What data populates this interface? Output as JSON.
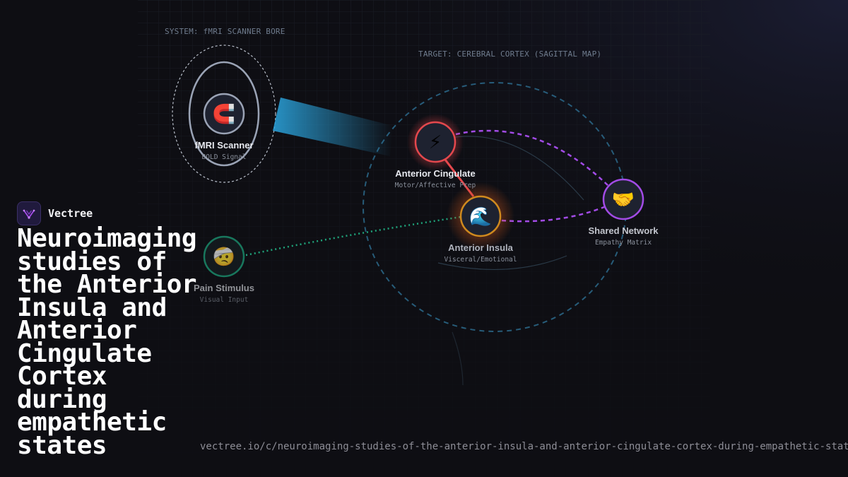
{
  "brand": {
    "name": "Vectree"
  },
  "title": "Neuroimaging studies of the Anterior Insula and Anterior Cingulate Cortex during empathetic states",
  "url": "vectree.io/c/neuroimaging-studies-of-the-anterior-insula-and-anterior-cingulate-cortex-during-empathetic-states",
  "diagram": {
    "system_label": "SYSTEM: fMRI SCANNER BORE",
    "target_label": "TARGET: CEREBRAL CORTEX (SAGITTAL MAP)",
    "nodes": [
      {
        "id": "fmri",
        "label": "fMRI Scanner",
        "sub": "BOLD Signal",
        "icon": "magnet-icon",
        "glyph": "🧲"
      },
      {
        "id": "pain",
        "label": "Pain Stimulus",
        "sub": "Visual Input",
        "icon": "bandaged-face-icon",
        "glyph": "🤕"
      },
      {
        "id": "acc",
        "label": "Anterior Cingulate",
        "sub": "Motor/Affective Prep",
        "icon": "lightning-icon",
        "glyph": "⚡"
      },
      {
        "id": "ai",
        "label": "Anterior Insula",
        "sub": "Visceral/Emotional",
        "icon": "wave-icon",
        "glyph": "🌊"
      },
      {
        "id": "shared",
        "label": "Shared Network",
        "sub": "Empathy Matrix",
        "icon": "handshake-icon",
        "glyph": "🤝"
      }
    ],
    "edges": [
      {
        "from": "pain",
        "to": "ai",
        "style": "dotted",
        "color": "#1fa37a"
      },
      {
        "from": "acc",
        "to": "ai",
        "style": "solid",
        "color": "#e5484d"
      },
      {
        "from": "acc",
        "to": "shared",
        "style": "dashed",
        "color": "#a24be6"
      },
      {
        "from": "ai",
        "to": "shared",
        "style": "dashed",
        "color": "#a24be6"
      }
    ],
    "colors": {
      "scanner_ring": "#9aa3b5",
      "acc_ring": "#e5484d",
      "ai_ring": "#d08a1e",
      "shared_ring": "#a24be6",
      "pain_ring": "#1a8a6a",
      "cortex_outline": "#2b6a8c",
      "beam": "#2aa0d8"
    }
  }
}
